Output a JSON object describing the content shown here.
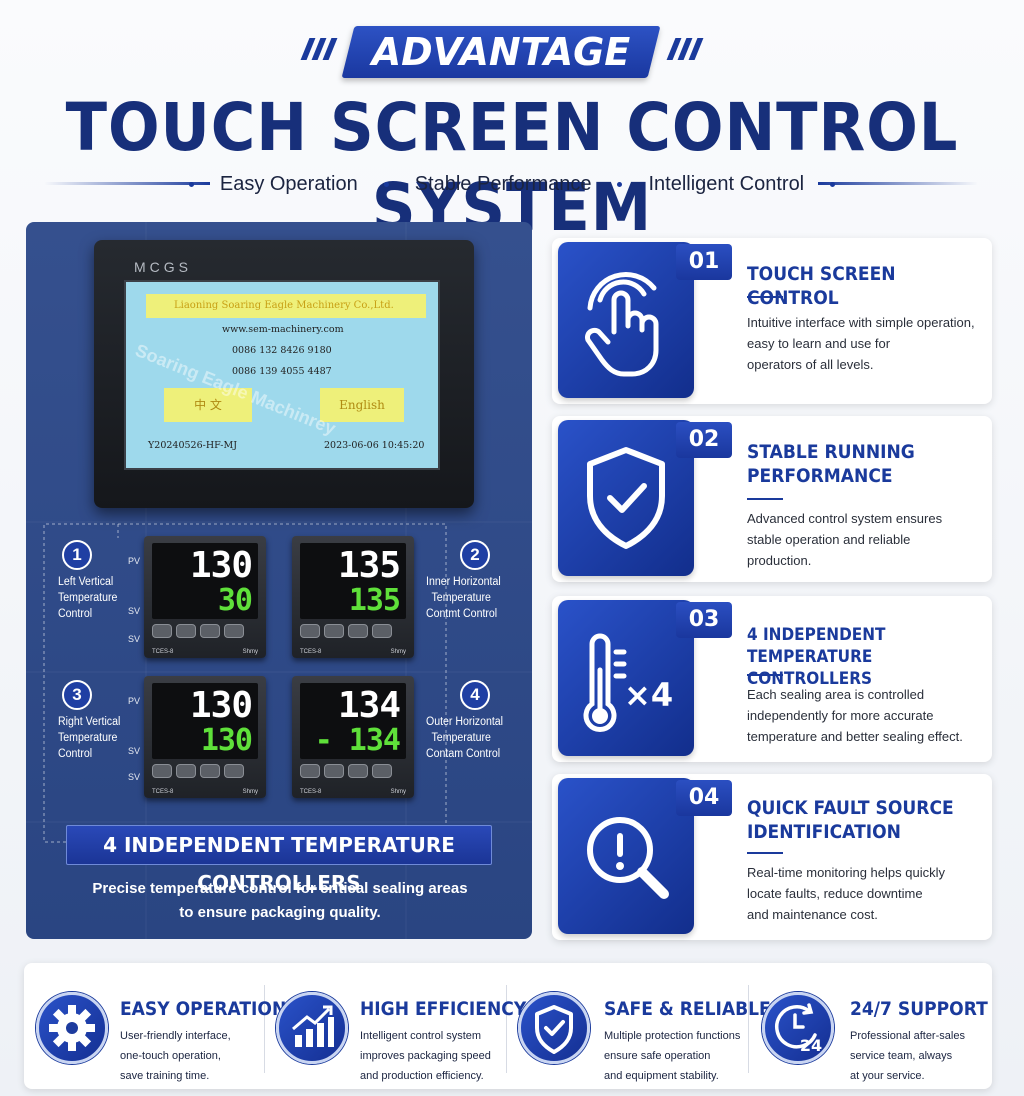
{
  "header": {
    "badge": "ADVANTAGE",
    "title": "TOUCH SCREEN CONTROL SYSTEM",
    "features": [
      "Easy Operation",
      "Stable Performance",
      "Intelligent Control"
    ]
  },
  "hmi": {
    "brand": "MCGS",
    "company": "Liaoning Soaring Eagle Machinery Co.,Ltd.",
    "website": "www.sem-machinery.com",
    "phone1": "0086 132 8426 9180",
    "phone2": "0086 139 4055 4487",
    "btn_cn": "中 文",
    "btn_en": "English",
    "model": "Y20240526-HF-MJ",
    "datetime": "2023-06-06 10:45:20",
    "watermark": "Soaring Eagle Machinrey"
  },
  "controllers": [
    {
      "num": "1",
      "label": [
        "Left Vertical",
        "Temperature",
        "Control"
      ],
      "pv": "130",
      "sv": "30",
      "model": "TCES-8",
      "brand": "Shmy"
    },
    {
      "num": "2",
      "label": [
        "Inner Horizontal",
        "Temperature",
        "Contmt Control"
      ],
      "pv": "135",
      "sv": "135",
      "model": "TCES-8",
      "brand": "Shmy"
    },
    {
      "num": "3",
      "label": [
        "Right Vertical",
        "Temperature",
        "Control"
      ],
      "pv": "130",
      "sv": "130",
      "model": "TCES-8",
      "brand": "Shmy"
    },
    {
      "num": "4",
      "label": [
        "Outer Horizontal",
        "Temperature",
        "Contam Control"
      ],
      "pv": "134",
      "sv": "- 134",
      "model": "TCES-8",
      "brand": "Shmy"
    }
  ],
  "pv_label": "PV",
  "sv_label": "SV",
  "panel": {
    "ribbon": "4 INDEPENDENT TEMPERATURE CONTROLLERS",
    "desc1": "Precise temperature control for critical sealing areas",
    "desc2": "to ensure packaging quality."
  },
  "cards": [
    {
      "num": "01",
      "title": [
        "TOUCH SCREEN CONTROL"
      ],
      "desc": [
        "Intuitive interface with simple operation,",
        "easy to learn and use for",
        "operators of all levels."
      ],
      "icon": "touch-icon"
    },
    {
      "num": "02",
      "title": [
        "STABLE RUNNING",
        "PERFORMANCE"
      ],
      "desc": [
        "Advanced control system ensures",
        "stable operation and reliable",
        "production."
      ],
      "icon": "shield-check-icon"
    },
    {
      "num": "03",
      "title": [
        "4 INDEPENDENT",
        "TEMPERATURE CONTROLLERS"
      ],
      "desc": [
        "Each sealing area is controlled",
        "independently for more accurate",
        "temperature and better sealing effect."
      ],
      "icon": "thermometer-icon",
      "mult": "×4"
    },
    {
      "num": "04",
      "title": [
        "QUICK FAULT SOURCE",
        "IDENTIFICATION"
      ],
      "desc": [
        "Real-time monitoring helps quickly",
        "locate faults, reduce downtime",
        "and maintenance cost."
      ],
      "icon": "search-alert-icon"
    }
  ],
  "bottom": [
    {
      "title": "EASY OPERATION",
      "desc": [
        "User-friendly interface,",
        "one-touch operation,",
        "save training time."
      ],
      "icon": "gear-icon"
    },
    {
      "title": "HIGH EFFICIENCY",
      "desc": [
        "Intelligent control system",
        "improves packaging speed",
        "and production efficiency."
      ],
      "icon": "chart-up-icon"
    },
    {
      "title": "SAFE & RELIABLE",
      "desc": [
        "Multiple protection functions",
        "ensure safe operation",
        "and equipment stability."
      ],
      "icon": "shield-check-icon"
    },
    {
      "title": "24/7 SUPPORT",
      "desc": [
        "Professional after-sales",
        "service team, always",
        "at your service."
      ],
      "icon": "clock-24-icon",
      "badge": "24"
    }
  ],
  "colors": {
    "primary": "#1a3a9c",
    "panel": "#2f4a88",
    "lcd_green": "#5fe03a"
  }
}
